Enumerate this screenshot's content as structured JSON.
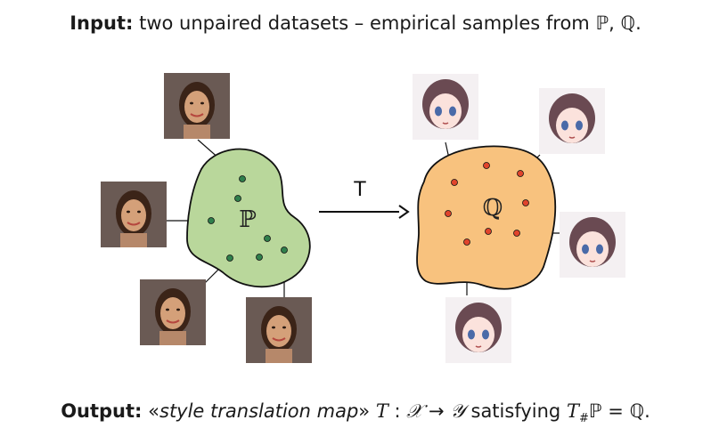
{
  "input": {
    "label": "Input:",
    "text_before": "two unpaired datasets – empirical samples from",
    "set_p": "ℙ",
    "comma": ",",
    "set_q": "ℚ",
    "period": "."
  },
  "diagram": {
    "p_label": "ℙ",
    "q_label": "ℚ",
    "arrow_label": "T",
    "colors": {
      "p_fill": "#b9d79b",
      "p_dot": "#2f7f4c",
      "q_fill": "#f8c27e",
      "q_dot": "#e0442c",
      "stroke": "#111111"
    },
    "source_images": [
      "woman-portrait",
      "woman-portrait",
      "woman-portrait",
      "woman-portrait"
    ],
    "target_images": [
      "anime-girl-portrait",
      "anime-girl-portrait",
      "anime-girl-portrait",
      "anime-girl-portrait"
    ]
  },
  "output": {
    "label": "Output:",
    "quote_open": "«",
    "phrase": "style translation map",
    "quote_close": "»",
    "map_T": "T",
    "colon": ":",
    "domain": "𝒳",
    "arrow": "→",
    "codomain": "𝒴",
    "satisfying": "satisfying",
    "push": "T",
    "sub": "#",
    "p": "ℙ",
    "eq": "=",
    "q": "ℚ",
    "period": "."
  }
}
